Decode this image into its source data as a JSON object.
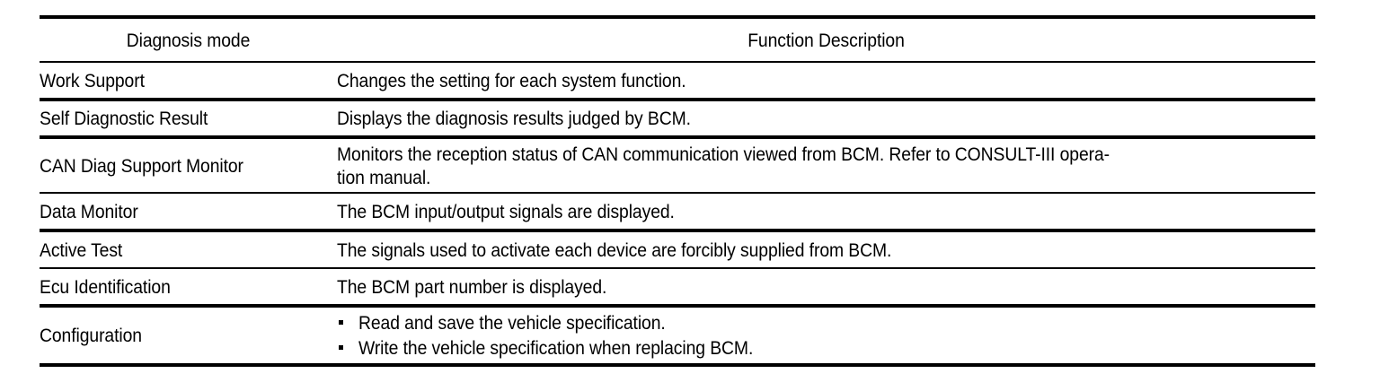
{
  "table": {
    "headers": {
      "mode": "Diagnosis mode",
      "description": "Function Description"
    },
    "rows": [
      {
        "mode": "Work Support",
        "description": "Changes the setting for each system function."
      },
      {
        "mode": "Self Diagnostic Result",
        "description": "Displays the diagnosis results judged by BCM."
      },
      {
        "mode": "CAN Diag Support Monitor",
        "description": "Monitors the reception status of CAN communication viewed from BCM. Refer to CONSULT-III opera-\ntion manual."
      },
      {
        "mode": "Data Monitor",
        "description": "The BCM input/output signals are displayed."
      },
      {
        "mode": "Active Test",
        "description": "The signals used to activate each device are forcibly supplied from BCM."
      },
      {
        "mode": "Ecu Identification",
        "description": "The BCM part number is displayed."
      },
      {
        "mode": "Configuration",
        "bullets": [
          "Read and save the vehicle specification.",
          "Write the vehicle specification when replacing BCM."
        ]
      }
    ]
  },
  "colors": {
    "ink": "#000000",
    "paper": "#ffffff"
  }
}
